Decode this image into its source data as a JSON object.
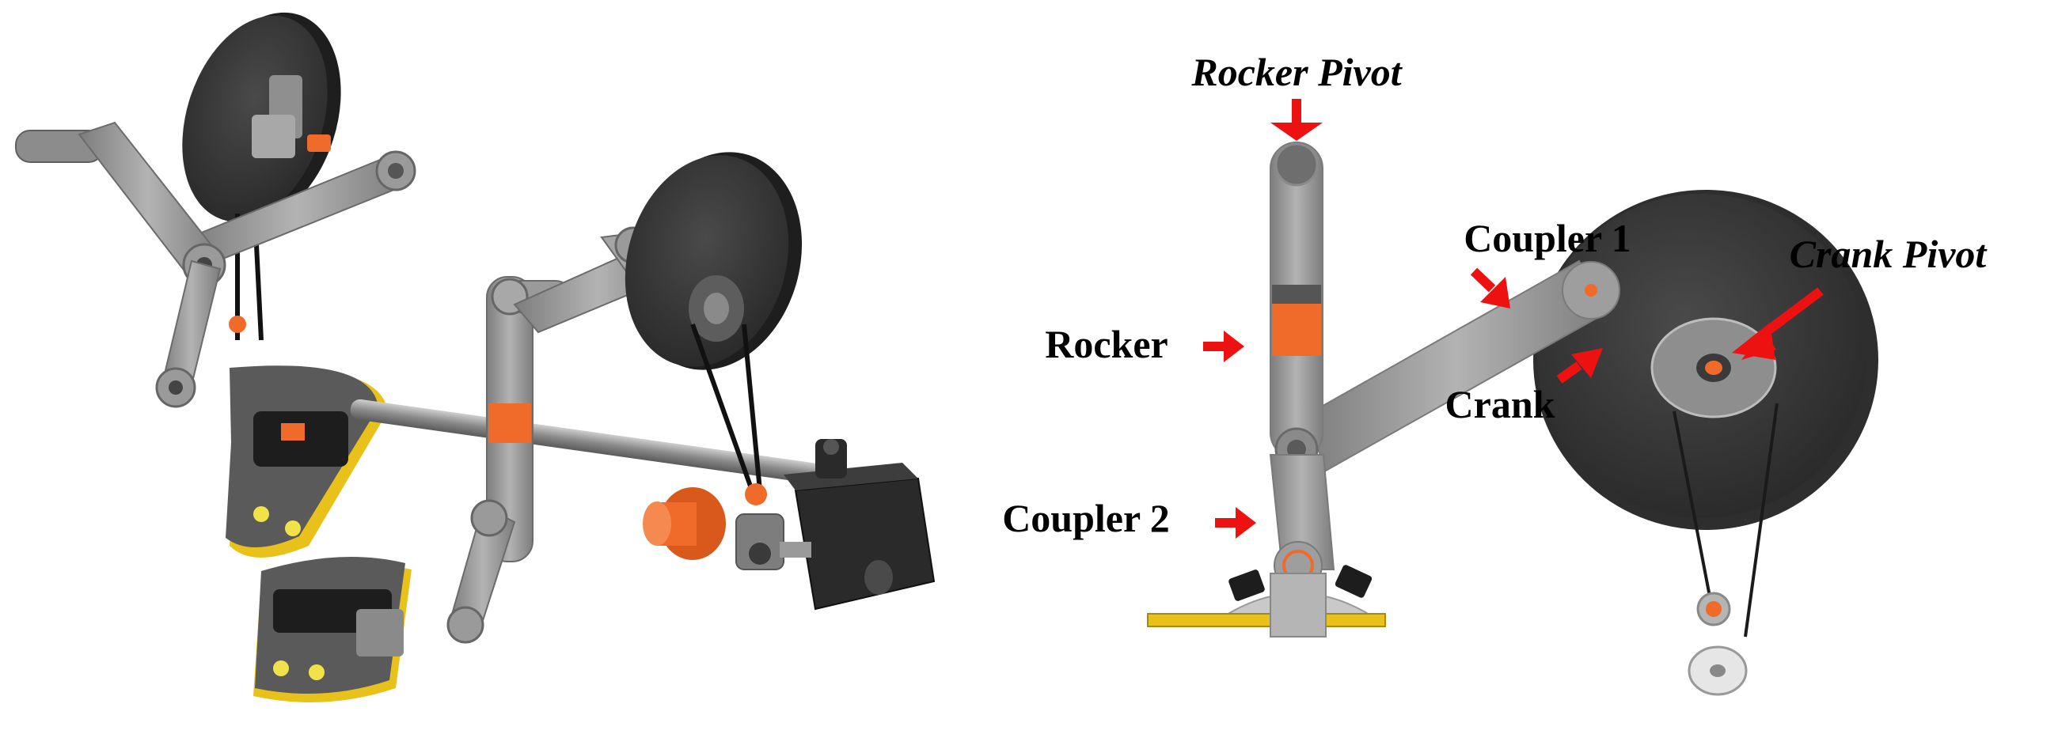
{
  "labels": {
    "rocker_pivot": "Rocker Pivot",
    "coupler_1": "Coupler 1",
    "crank_pivot": "Crank Pivot",
    "rocker": "Rocker",
    "crank": "Crank",
    "coupler_2": "Coupler 2"
  },
  "colors": {
    "arrow": "#ee1111",
    "link_gray": "#9b9b9b",
    "link_dark": "#5e5e5e",
    "disk": "#3a3a3a",
    "accent_orange": "#f06a2a",
    "foot_yellow": "#e8c21a"
  }
}
